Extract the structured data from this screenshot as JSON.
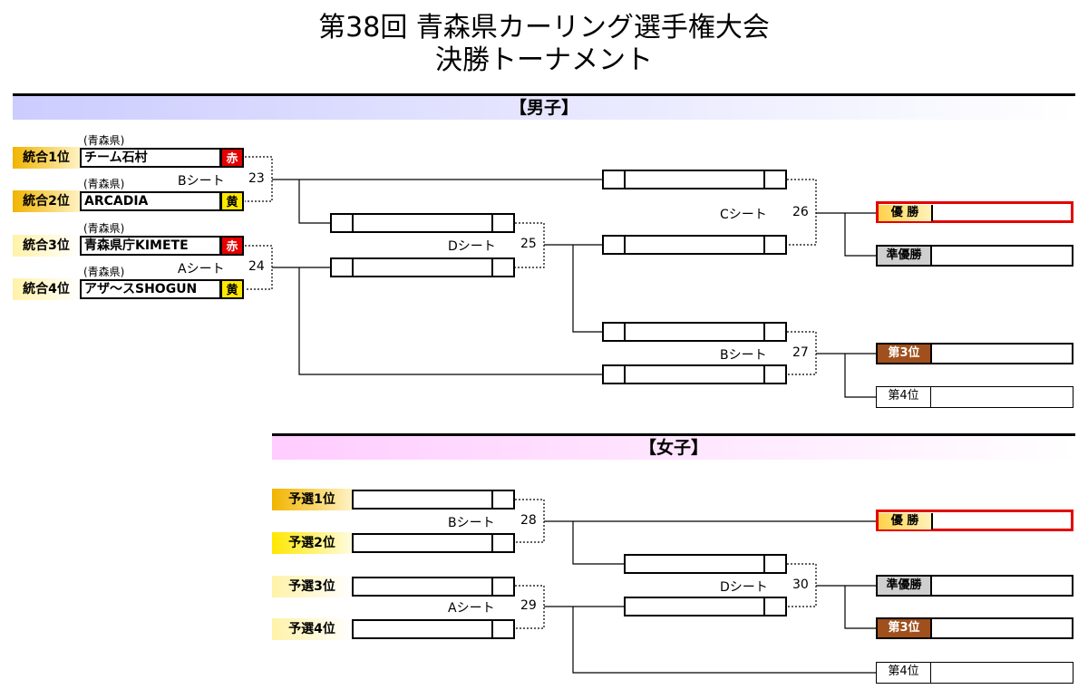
{
  "title": {
    "line1": "第38回 青森県カーリング選手権大会",
    "line2": "決勝トーナメント"
  },
  "men": {
    "header": "【男子】",
    "seeds": [
      {
        "rank": "統合1位",
        "prefecture": "(青森県)",
        "team": "チーム石村",
        "stone": "赤"
      },
      {
        "rank": "統合2位",
        "prefecture": "(青森県)",
        "team": "ARCADIA",
        "stone": "黄"
      },
      {
        "rank": "統合3位",
        "prefecture": "(青森県)",
        "team": "青森県庁KIMETE",
        "stone": "赤"
      },
      {
        "rank": "統合4位",
        "prefecture": "(青森県)",
        "team": "アザ～スSHOGUN",
        "stone": "黄"
      }
    ],
    "games": [
      {
        "sheet": "Bシート",
        "number": "23"
      },
      {
        "sheet": "Aシート",
        "number": "24"
      },
      {
        "sheet": "Dシート",
        "number": "25"
      },
      {
        "sheet": "Cシート",
        "number": "26"
      },
      {
        "sheet": "Bシート",
        "number": "27"
      }
    ],
    "results": {
      "first": "優 勝",
      "second": "準優勝",
      "third": "第3位",
      "fourth": "第4位"
    }
  },
  "women": {
    "header": "【女子】",
    "seeds": [
      {
        "rank": "予選1位"
      },
      {
        "rank": "予選2位"
      },
      {
        "rank": "予選3位"
      },
      {
        "rank": "予選4位"
      }
    ],
    "games": [
      {
        "sheet": "Bシート",
        "number": "28"
      },
      {
        "sheet": "Aシート",
        "number": "29"
      },
      {
        "sheet": "Dシート",
        "number": "30"
      }
    ],
    "results": {
      "first": "優 勝",
      "second": "準優勝",
      "third": "第3位",
      "fourth": "第4位"
    }
  }
}
